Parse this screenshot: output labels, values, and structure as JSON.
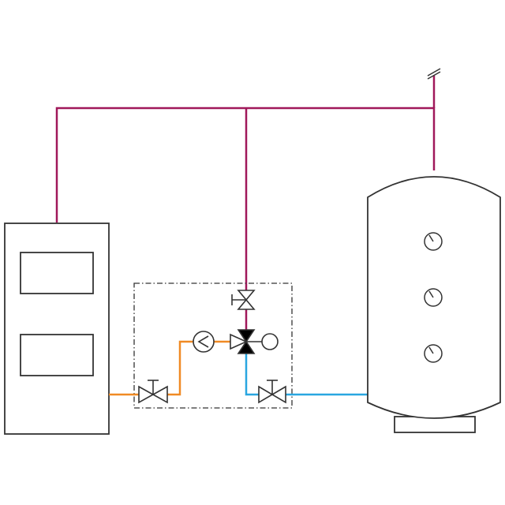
{
  "colors": {
    "outline": "#333333",
    "flow_main": "#a0185a",
    "supply": "#f08a24",
    "return": "#29a6e0",
    "valve_fill_dark": "#000000",
    "background": "#ffffff"
  },
  "components": [
    {
      "name": "boiler",
      "icon": "boiler-icon"
    },
    {
      "name": "mixing-station",
      "icon": "dashed-frame-icon"
    },
    {
      "name": "buffer-tank",
      "icon": "storage-tank-icon"
    },
    {
      "name": "circulation-pump",
      "icon": "pump-icon"
    },
    {
      "name": "three-way-mixing-valve",
      "icon": "three-way-valve-icon"
    },
    {
      "name": "gate-valves",
      "icon": "gate-valve-icon"
    },
    {
      "name": "thermometers",
      "icon": "gauge-icon"
    }
  ]
}
